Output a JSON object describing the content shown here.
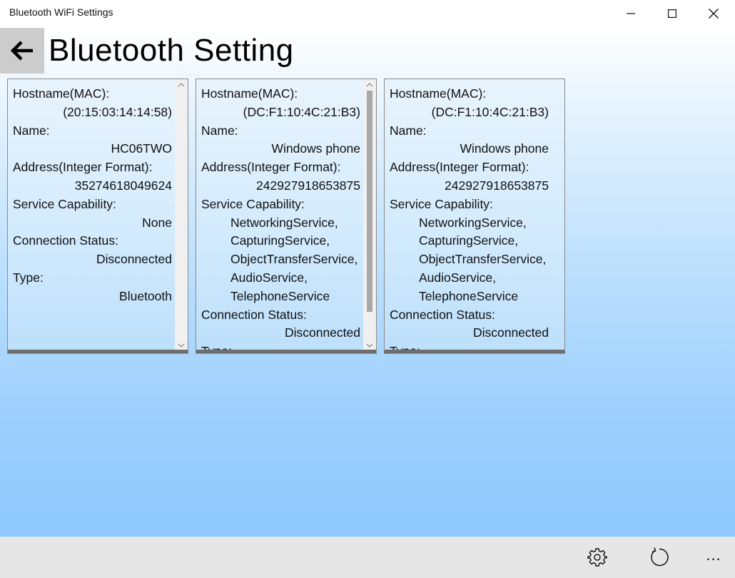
{
  "window": {
    "title": "Bluetooth WiFi Settings",
    "controls": [
      "minimize-icon",
      "maximize-icon",
      "close-icon"
    ]
  },
  "header": {
    "back_icon": "back-arrow-icon",
    "title": "Bluetooth Setting"
  },
  "devices": [
    {
      "hostname_label": "Hostname(MAC):",
      "hostname": "(20:15:03:14:14:58)",
      "name_label": "Name:",
      "name": "HC06TWO",
      "address_label": "Address(Integer Format):",
      "address": "35274618049624",
      "service_label": "Service Capability:",
      "service_value": "None",
      "connection_label": "Connection Status:",
      "connection": "Disconnected",
      "type_label": "Type:",
      "type": "Bluetooth"
    },
    {
      "hostname_label": "Hostname(MAC):",
      "hostname": "(DC:F1:10:4C:21:B3)",
      "name_label": "Name:",
      "name": "Windows phone",
      "address_label": "Address(Integer Format):",
      "address": "242927918653875",
      "service_label": "Service Capability:",
      "services": [
        "NetworkingService,",
        "CapturingService,",
        "ObjectTransferService,",
        "AudioService,",
        "TelephoneService"
      ],
      "connection_label": "Connection Status:",
      "connection": "Disconnected",
      "type_label": "Type:"
    },
    {
      "hostname_label": "Hostname(MAC):",
      "hostname": "(DC:F1:10:4C:21:B3)",
      "name_label": "Name:",
      "name": "Windows phone",
      "address_label": "Address(Integer Format):",
      "address": "242927918653875",
      "service_label": "Service Capability:",
      "services": [
        "NetworkingService,",
        "CapturingService,",
        "ObjectTransferService,",
        "AudioService,",
        "TelephoneService"
      ],
      "connection_label": "Connection Status:",
      "connection": "Disconnected",
      "type_label": "Type:"
    }
  ],
  "appbar": {
    "settings_icon": "gear-icon",
    "refresh_icon": "refresh-icon",
    "more": "..."
  },
  "colors": {
    "gradient_top": "#ffffff",
    "gradient_bottom": "#8ec8fd",
    "appbar": "#e6e6e6",
    "back_button": "#cccccc"
  }
}
